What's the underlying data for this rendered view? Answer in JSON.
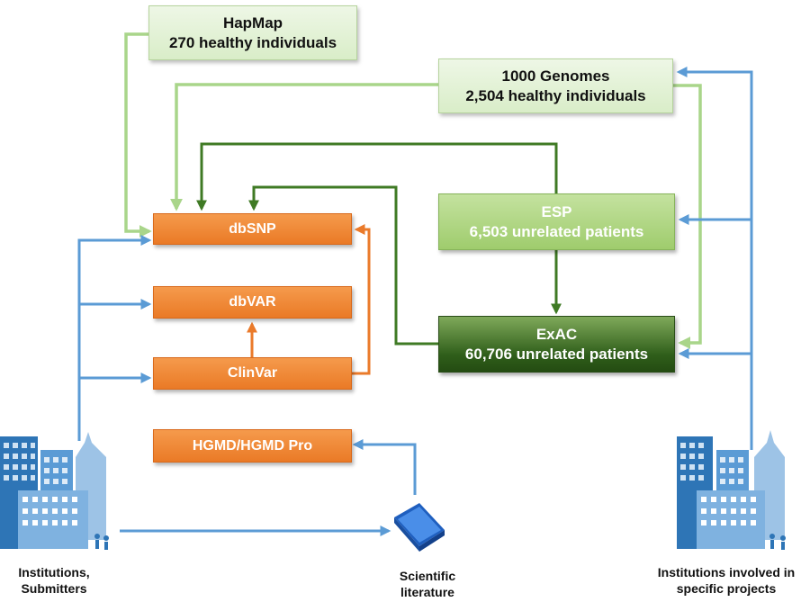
{
  "sources": {
    "hapmap": {
      "name": "HapMap",
      "detail": "270 healthy individuals"
    },
    "genomes1000": {
      "name": "1000 Genomes",
      "detail": "2,504 healthy individuals"
    },
    "esp": {
      "name": "ESP",
      "detail": "6,503 unrelated patients"
    },
    "exac": {
      "name": "ExAC",
      "detail": "60,706 unrelated patients"
    }
  },
  "databases": {
    "dbsnp": "dbSNP",
    "dbvar": "dbVAR",
    "clinvar": "ClinVar",
    "hgmd": "HGMD/HGMD Pro"
  },
  "actors": {
    "submitters": {
      "line1": "Institutions,",
      "line2": "Submitters"
    },
    "literature": {
      "line1": "Scientific",
      "line2": "literature"
    },
    "projects": {
      "line1": "Institutions involved in",
      "line2": "specific projects"
    }
  },
  "colors": {
    "light_green_arrow": "#a9d58a",
    "dark_green_arrow": "#3f7a24",
    "orange_arrow": "#ea7a2a",
    "blue_arrow": "#5b9bd5",
    "building_dark": "#2e75b6",
    "building_light": "#9dc3e6"
  }
}
